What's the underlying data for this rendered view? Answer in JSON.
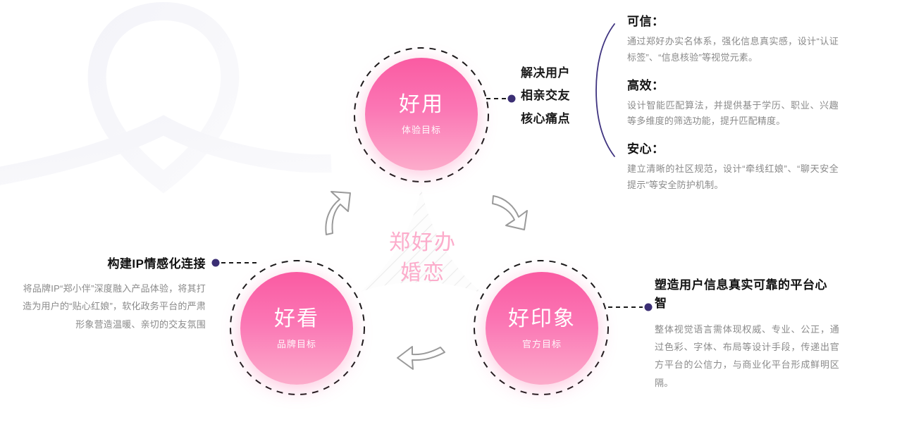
{
  "theme": {
    "node_gradient_from": "#fa5ba2",
    "node_gradient_to": "#fcaccb",
    "center_label_color": "#fcaccb",
    "connector_dot_color": "#3b2f74",
    "brace_color": "#3f3480",
    "heading_color": "#111111",
    "body_color": "#8a8a8a",
    "hatch_color": "#ededed",
    "dashed_circle_color": "#1a1a1a"
  },
  "center": {
    "line1": "郑好办",
    "line2": "婚恋"
  },
  "nodes": [
    {
      "id": "haoyong",
      "title": "好用",
      "sub": "体验目标"
    },
    {
      "id": "haokan",
      "title": "好看",
      "sub": "品牌目标"
    },
    {
      "id": "haoyinxiang",
      "title": "好印象",
      "sub": "官方目标"
    }
  ],
  "callout_top": {
    "lines": [
      "解决用户",
      "相亲交友",
      "核心痛点"
    ]
  },
  "panel_right": {
    "groups": [
      {
        "heading": "可信：",
        "body": "通过郑好办实名体系，强化信息真实感，设计“认证标签”、“信息核验”等视觉元素。"
      },
      {
        "heading": "高效：",
        "body": "设计智能匹配算法，并提供基于学历、职业、兴趣等多维度的筛选功能，提升匹配精度。"
      },
      {
        "heading": "安心：",
        "body": "建立清晰的社区规范，设计“牵线红娘”、“聊天安全提示”等安全防护机制。"
      }
    ]
  },
  "callout_left": {
    "heading": "构建IP情感化连接",
    "body": "将品牌IP“郑小伴”深度融入产品体验，将其打造为用户的“贴心红娘”，软化政务平台的严肃形象营造温暖、亲切的交友氛围"
  },
  "callout_bottomright": {
    "heading": "塑造用户信息真实可靠的平台心智",
    "body": "整体视觉语言需体现权威、专业、公正，通过色彩、字体、布局等设计手段，传递出官方平台的公信力，与商业化平台形成鲜明区隔。"
  }
}
